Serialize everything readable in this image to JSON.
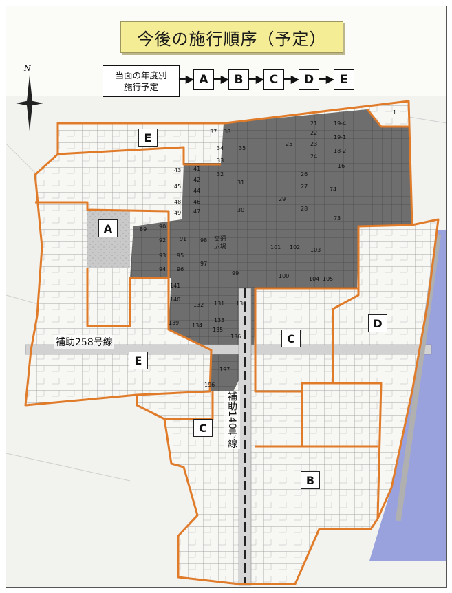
{
  "title": "今後の施行順序（予定）",
  "schedule": {
    "label_line1": "当面の年度別",
    "label_line2": "施行予定",
    "sequence": [
      "A",
      "B",
      "C",
      "D",
      "E"
    ]
  },
  "compass": {
    "north_label": "N"
  },
  "zones": {
    "A": "A",
    "B": "B",
    "C1": "C",
    "C2": "C",
    "D": "D",
    "E1": "E",
    "E2": "E"
  },
  "roads": {
    "east_west": "補助258号線",
    "north_south": "補助140号線"
  },
  "plaza": {
    "line1": "交通",
    "line2": "広場"
  },
  "lots": [
    "1",
    "16",
    "18-2",
    "19-1",
    "19-4",
    "21",
    "22",
    "23",
    "24",
    "25",
    "26",
    "27",
    "28",
    "29",
    "30",
    "31",
    "32",
    "33",
    "34",
    "35",
    "37",
    "38",
    "41",
    "42",
    "43",
    "44",
    "45",
    "46",
    "47",
    "48",
    "49",
    "73",
    "74",
    "89",
    "90",
    "91",
    "92",
    "93",
    "94",
    "95",
    "96",
    "97",
    "98",
    "99",
    "100",
    "101",
    "102",
    "103",
    "104",
    "105",
    "130",
    "131",
    "132",
    "133",
    "134",
    "135",
    "136",
    "139",
    "140",
    "141",
    "196",
    "197"
  ],
  "colors": {
    "boundary": "#e07b2a",
    "phase_a_area": "#6b6b6b",
    "river": "#9aa2de",
    "title_bg": "#f4ed96"
  }
}
